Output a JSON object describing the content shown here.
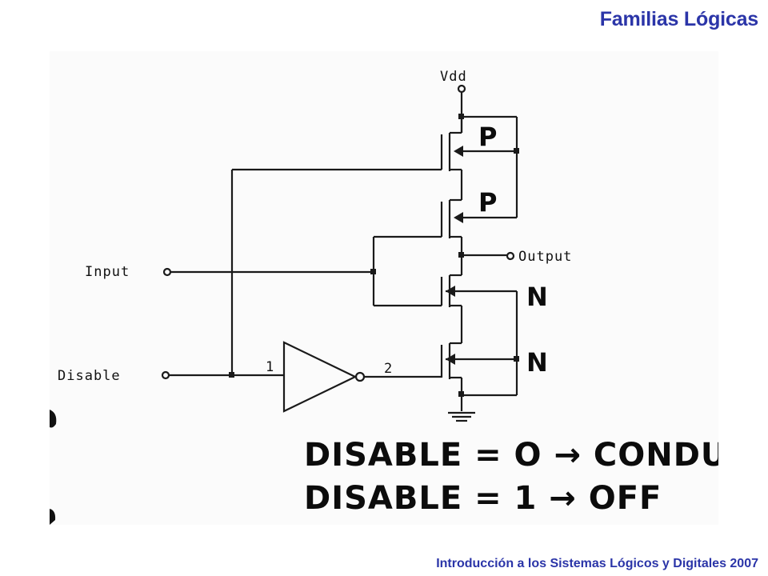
{
  "slide": {
    "title": "Familias Lógicas",
    "footer": "Introducción a los Sistemas Lógicos y Digitales 2007"
  },
  "schematic": {
    "supply_label": "Vdd",
    "input_label": "Input",
    "output_label": "Output",
    "disable_label": "Disable",
    "inverter_pin_in": "1",
    "inverter_pin_out": "2",
    "transistor_labels": [
      "P",
      "P",
      "N",
      "N"
    ]
  },
  "notes": {
    "line1": "DISABLE = O → CONDUCE",
    "line2": "DISABLE = 1 → OFF"
  }
}
